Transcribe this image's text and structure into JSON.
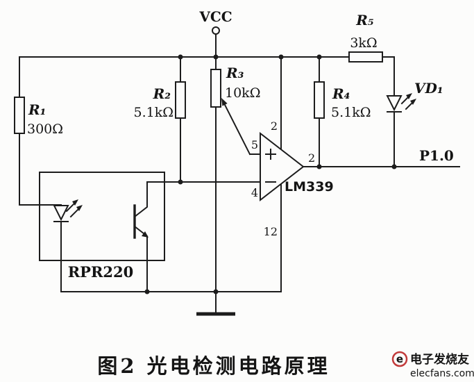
{
  "figure": {
    "caption": "图2 光电检测电路原理"
  },
  "power": {
    "vcc_label": "VCC"
  },
  "components": {
    "r1": {
      "name": "R₁",
      "value": "300Ω"
    },
    "r2": {
      "name": "R₂",
      "value": "5.1kΩ"
    },
    "r3": {
      "name": "R₃",
      "value": "10kΩ"
    },
    "r4": {
      "name": "R₄",
      "value": "5.1kΩ"
    },
    "r5": {
      "name": "R₅",
      "value": "3kΩ"
    },
    "vd1": {
      "name": "VD₁"
    },
    "optocoupler": {
      "name": "RPR220"
    },
    "comparator": {
      "name": "LM339",
      "pins": {
        "noninverting": "5",
        "inverting": "4",
        "output": "2",
        "vcc": "2",
        "gnd": "12"
      }
    }
  },
  "signals": {
    "output_label": "P1.0"
  },
  "watermark": {
    "logo_letter": "e",
    "site_name": "电子发烧友",
    "site_domain": "elecfans.com",
    "color": "#c23b3b"
  },
  "colors": {
    "ink": "#1c1c1c",
    "background": "#fcfcfb"
  }
}
